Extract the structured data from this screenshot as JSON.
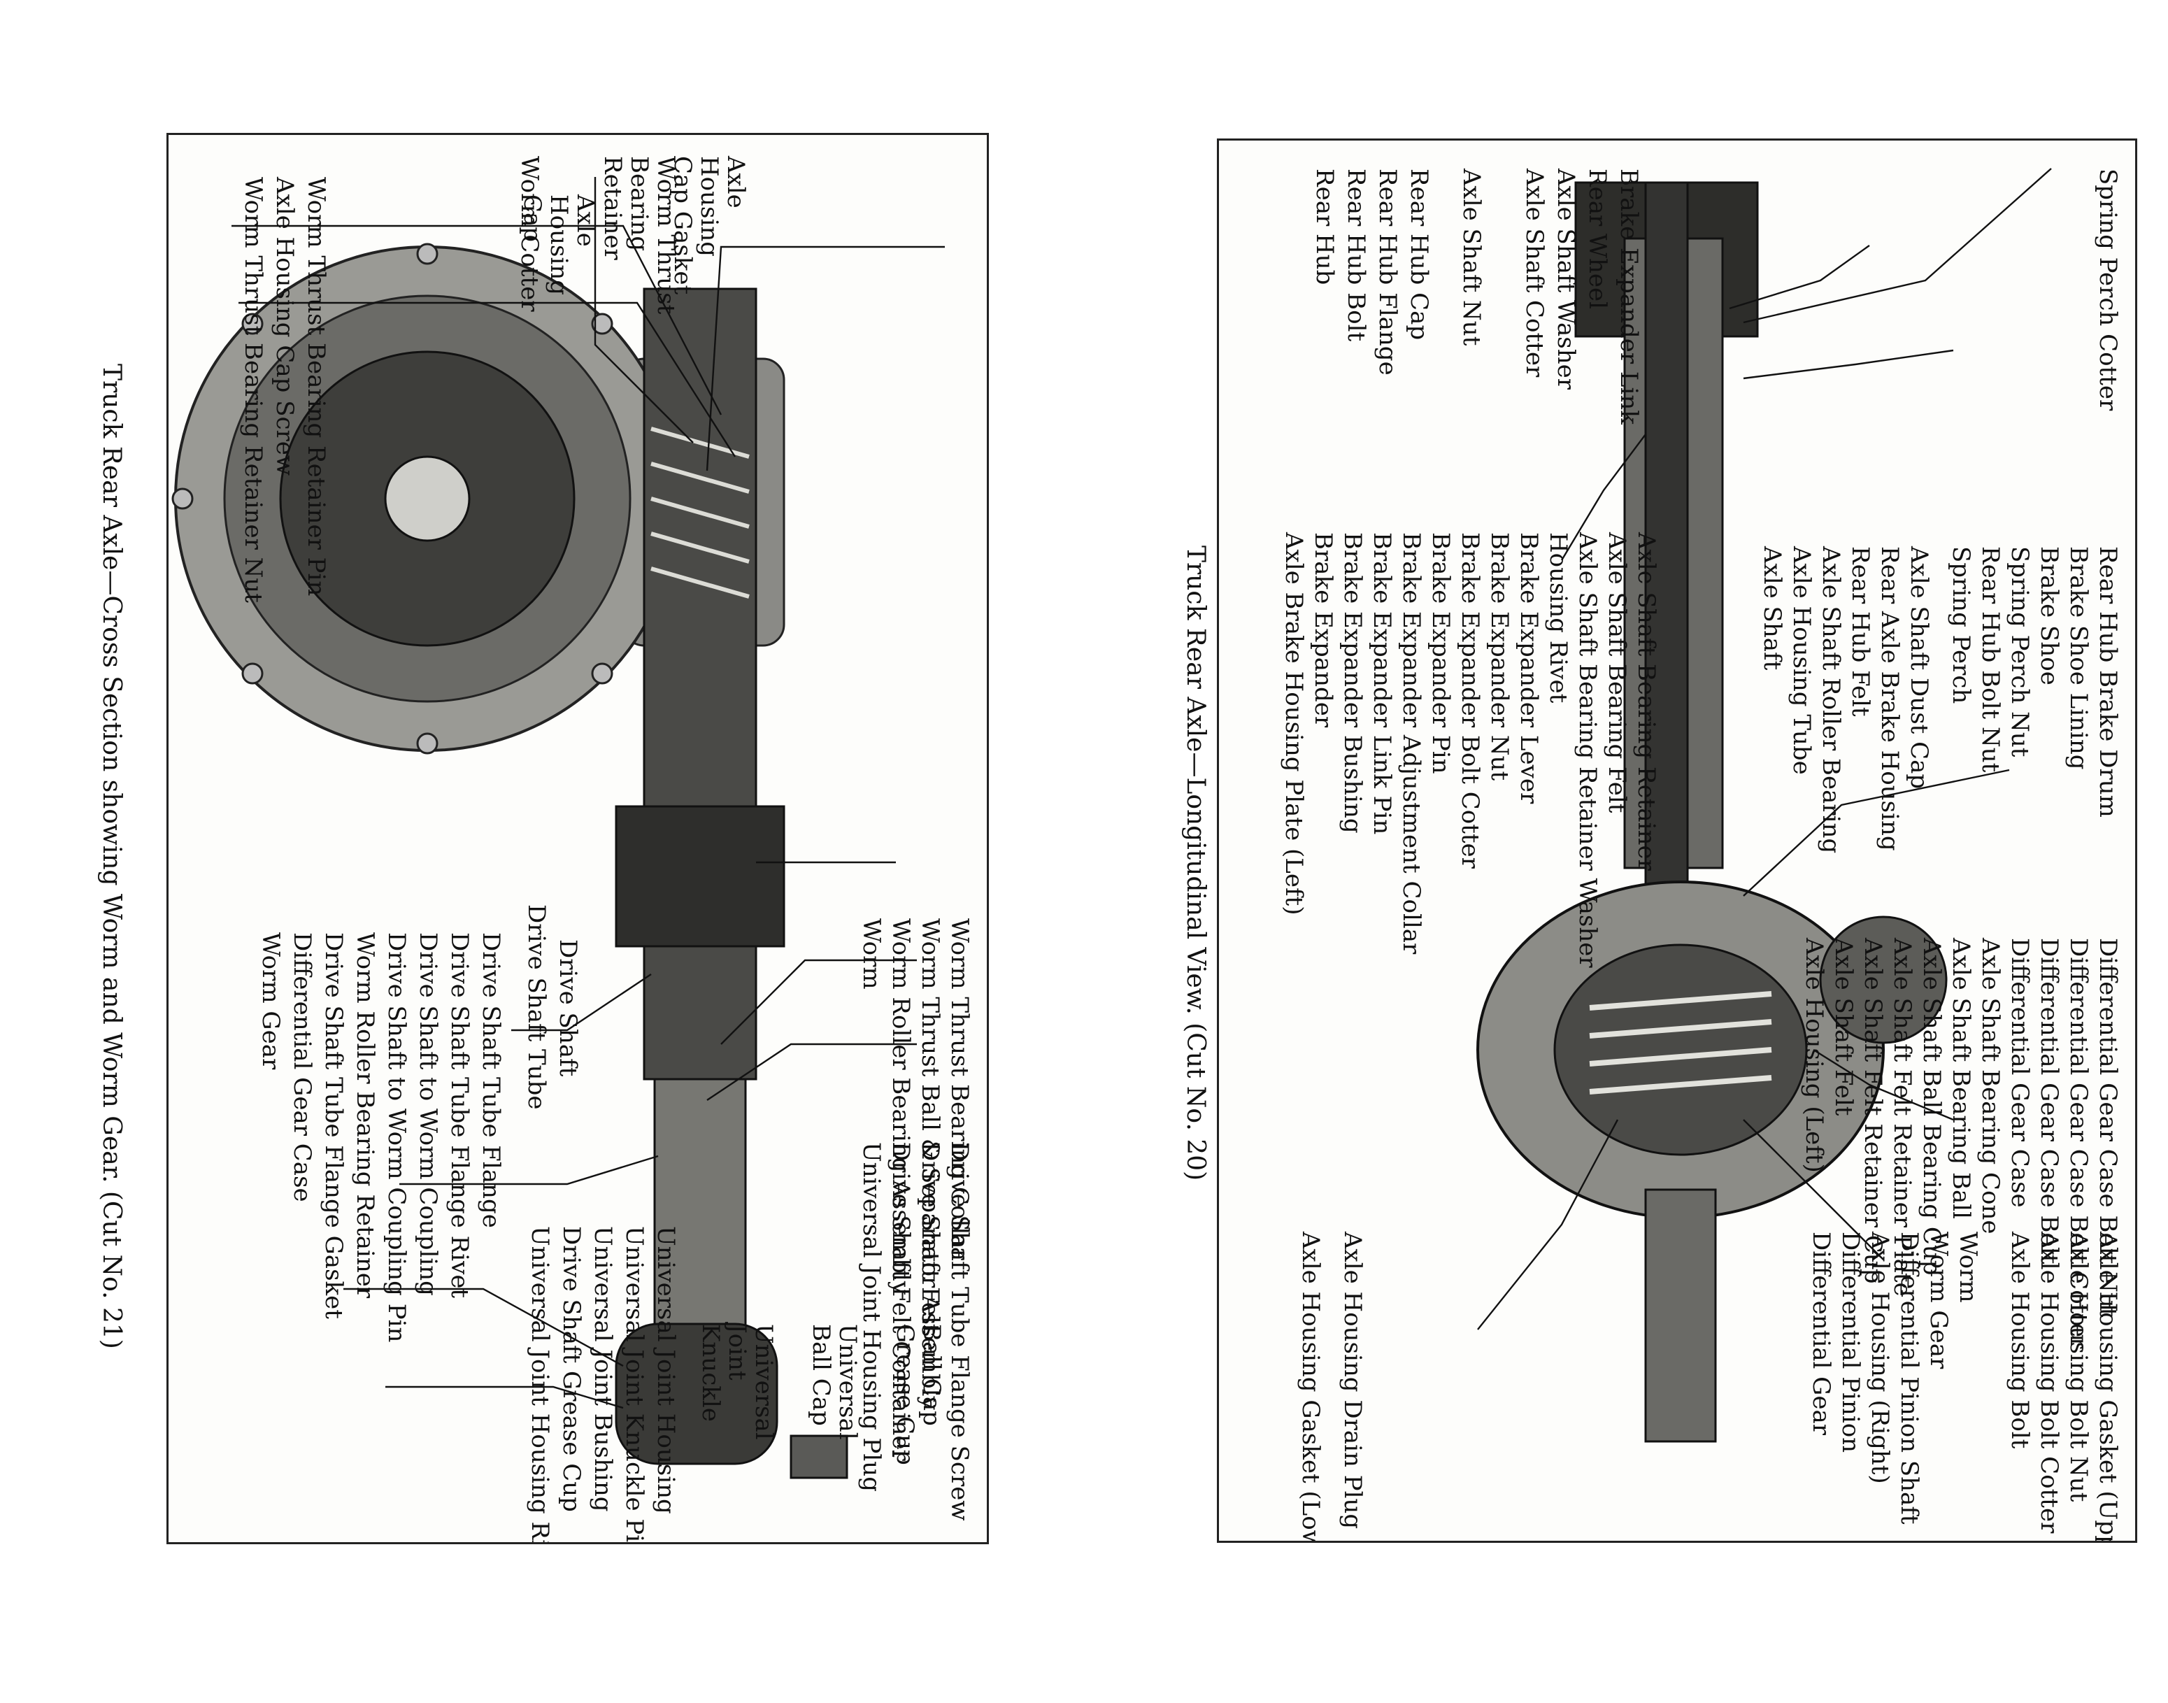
{
  "left_diagram": {
    "caption": "Truck Rear Axle—Cross Section showing Worm and Worm Gear.   (Cut No. 21)",
    "labels_top_left": [
      "Axle Housing Cap Gasket",
      "Worm Thrust Bearing Retainer",
      "Axle Housing Cap",
      "Worm Cotter"
    ],
    "labels_bottom_left": [
      "Worm Thrust Bearing Retainer Pin",
      "Axle Housing Cap Screw",
      "Worm Thrust Bearing Retainer Nut"
    ],
    "labels_top_right": [
      "Worm Thrust Bearing Collar",
      "Worm Thrust Ball & Separator Assembly",
      "Worm Roller Bearing Assembly",
      "Worm"
    ],
    "labels_right": [
      "Drive Shaft Tube Flange Screw",
      "Drive Shaft Felt",
      "Drive Shaft Felt Container",
      "Universal Joint Housing Plug"
    ],
    "labels_middle": [
      "Drive Shaft",
      "Drive Shaft Tube"
    ],
    "labels_lower_list": [
      "Drive Shaft Tube Flange",
      "Drive Shaft Tube Flange Rivet",
      "Drive Shaft to Worm Coupling",
      "Drive Shaft to Worm Coupling Pin",
      "Worm Roller Bearing Retainer",
      "Drive Shaft Tube Flange Gasket",
      "Differential Gear Case",
      "Worm Gear"
    ],
    "labels_bottom_right": [
      "Ball Cap Grease Cup",
      "Universal Ball Cap",
      "Universal Joint Knuckle",
      "Universal Joint Housing",
      "Universal Joint Knuckle Pin",
      "Universal Joint Bushing",
      "Drive Shaft Grease Cup",
      "Universal Joint Housing Rivet"
    ]
  },
  "right_diagram": {
    "caption": "Truck Rear Axle—Longitudinal View.   (Cut No. 20)",
    "labels_top": [
      "Spring Perch Cotter",
      "Rear Hub",
      "Rear Hub Bolt",
      "Rear Hub Flange",
      "Rear Hub Cap",
      "Axle Shaft Nut",
      "Axle Shaft Cotter",
      "Axle Shaft Washer",
      "Rear Wheel",
      "Brake Expander Link"
    ],
    "labels_upper_right": [
      "Rear Hub Brake Drum",
      "Brake Shoe Lining",
      "Brake Shoe",
      "Spring Perch Nut",
      "Rear Hub Bolt Nut",
      "Spring Perch",
      "Axle Shaft Dust Cap",
      "Rear Axle Brake Housing",
      "Rear Hub Felt",
      "Axle Shaft Roller Bearing",
      "Axle Housing Tube",
      "Axle Shaft"
    ],
    "labels_left": [
      "Axle Shaft Bearing Retainer",
      "Axle Shaft Bearing Felt",
      "Axle Shaft Bearing Retainer Washer",
      "Housing Rivet",
      "Brake Expander Lever",
      "Brake Expander Nut",
      "Brake Expander Bolt Cotter",
      "Brake Expander Pin",
      "Brake Expander Adjustment Collar",
      "Brake Expander Link Pin",
      "Brake Expander Bushing",
      "Brake Expander",
      "Axle Brake Housing Plate (Left)"
    ],
    "labels_middle_right": [
      "Differential Gear Case Bolt Nut",
      "Differential Gear Case Bolt Cotter",
      "Differential Gear Case Bolt",
      "Differential Gear Case",
      "Axle Shaft Bearing Cone",
      "Axle Shaft Bearing Ball",
      "Axle Shaft Ball Bearing Cup",
      "Axle Shaft Felt Retainer Plate",
      "Axle Shaft Felt Retainer Cup",
      "Axle Shaft Felt",
      "Axle Housing (Left)"
    ],
    "labels_bottom_right": [
      "Axle Housing Gasket (Upper)",
      "Axle Housing Bolt Nut",
      "Axle Housing Bolt Cotter",
      "Axle Housing Bolt",
      "Worm",
      "Worm Gear",
      "Differential Pinion Shaft",
      "Axle Housing (Right)",
      "Differential Pinion",
      "Differential Gear"
    ],
    "labels_bottom": [
      "Axle Housing Drain Plug",
      "Axle Housing Gasket (Lower)"
    ]
  }
}
